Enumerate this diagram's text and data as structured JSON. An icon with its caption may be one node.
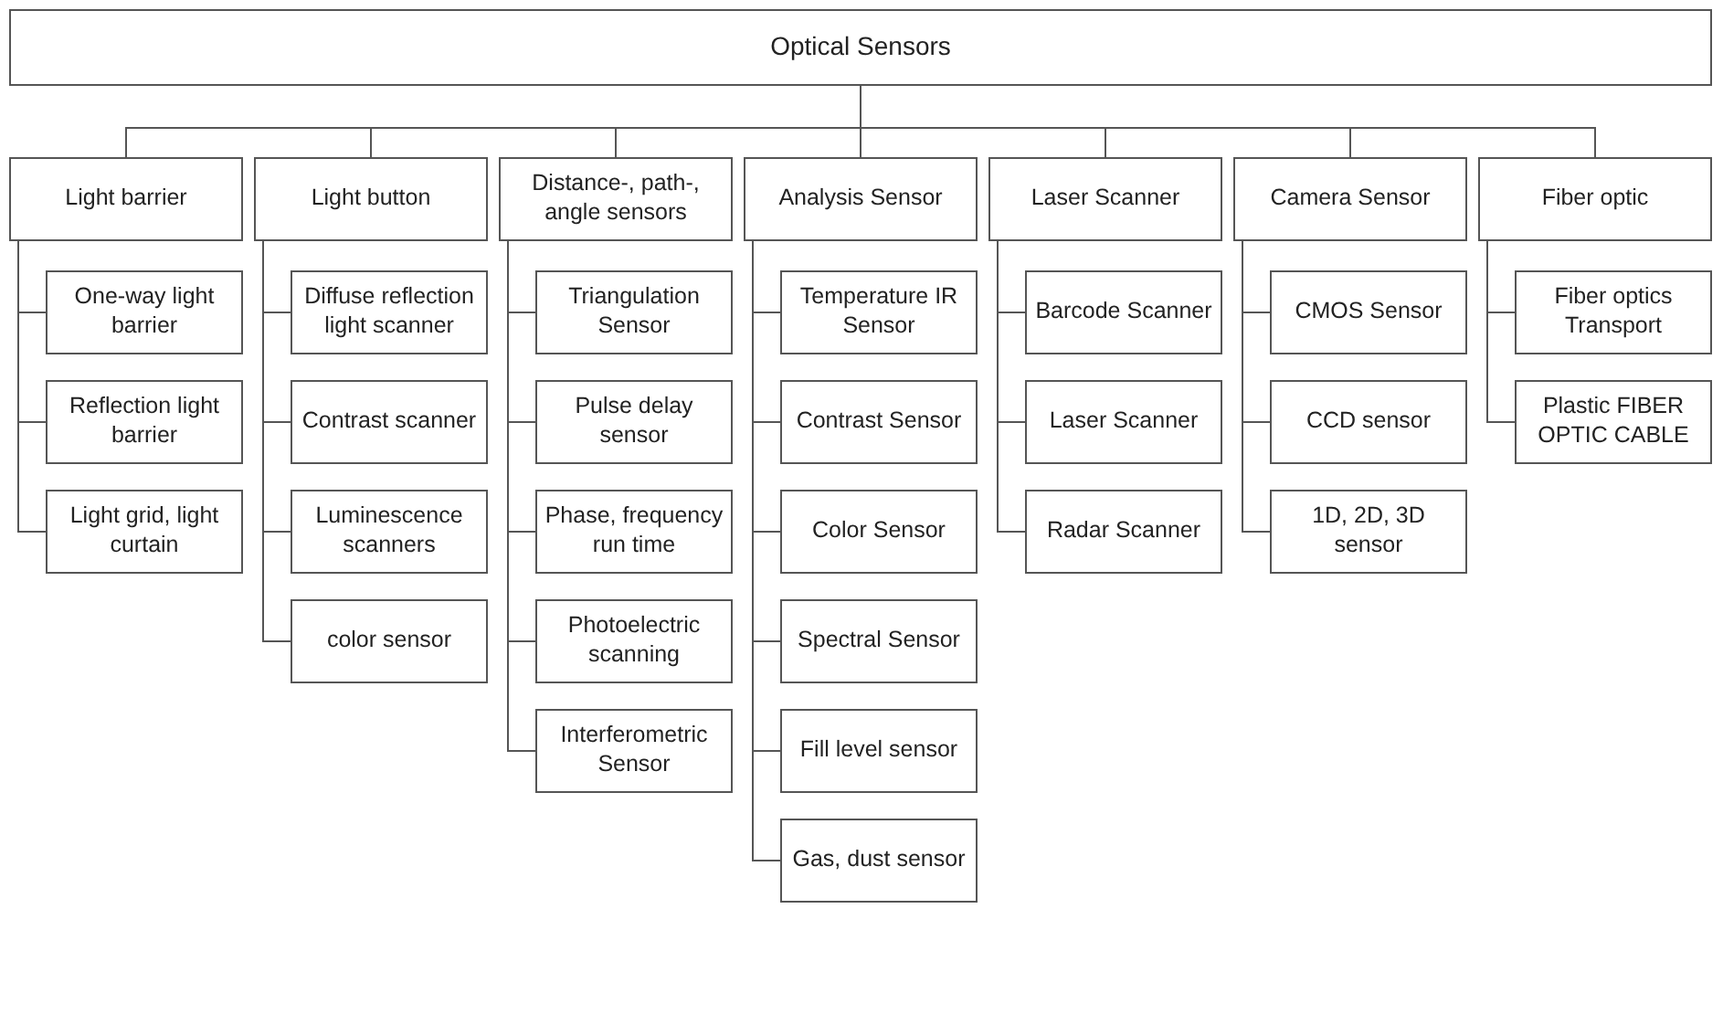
{
  "diagram": {
    "nodes": [
      {
        "text": [
          "Optical Sensors"
        ]
      },
      {
        "text": [
          "Light barrier"
        ]
      },
      {
        "text": [
          "One-way light barrier"
        ]
      },
      {
        "text": [
          "Reflection light barrier"
        ]
      },
      {
        "text": [
          "Light grid, light curtain"
        ]
      },
      {
        "text": [
          "Light button"
        ]
      },
      {
        "text": [
          "Diffuse reflection light scanner"
        ]
      },
      {
        "text": [
          "Contrast scanner"
        ]
      },
      {
        "text": [
          "Luminescence scanners"
        ]
      },
      {
        "text": [
          "color sensor"
        ]
      },
      {
        "text": [
          "Distance-, path-, angle sensors"
        ]
      },
      {
        "text": [
          "Triangulation Sensor"
        ]
      },
      {
        "text": [
          "Pulse delay sensor"
        ]
      },
      {
        "text": [
          "Phase, frequency run time"
        ]
      },
      {
        "text": [
          "Photoelectric scanning"
        ]
      },
      {
        "text": [
          "Interferometric Sensor"
        ]
      },
      {
        "text": [
          "Analysis Sensor"
        ]
      },
      {
        "text": [
          "Temperature IR Sensor"
        ]
      },
      {
        "text": [
          "Contrast Sensor"
        ]
      },
      {
        "text": [
          "Color Sensor"
        ]
      },
      {
        "text": [
          "Spectral Sensor"
        ]
      },
      {
        "text": [
          "Fill level sensor"
        ]
      },
      {
        "text": [
          "Gas, dust sensor"
        ]
      },
      {
        "text": [
          "Laser Scanner"
        ]
      },
      {
        "text": [
          "Barcode Scanner"
        ]
      },
      {
        "text": [
          "Laser Scanner"
        ]
      },
      {
        "text": [
          "Radar Scanner"
        ]
      },
      {
        "text": [
          "Camera Sensor"
        ]
      },
      {
        "text": [
          "CMOS Sensor"
        ]
      },
      {
        "text": [
          "CCD sensor"
        ]
      },
      {
        "text": [
          "1D, 2D, 3D sensor"
        ]
      },
      {
        "text": [
          "Fiber optic"
        ]
      },
      {
        "text": [
          "Fiber optics Transport"
        ]
      },
      {
        "text": [
          "Plastic FIBER OPTIC CABLE"
        ]
      }
    ],
    "edges": [
      {
        "from": 0,
        "to": 1,
        "arrow": "none"
      },
      {
        "from": 0,
        "to": 5,
        "arrow": "none"
      },
      {
        "from": 0,
        "to": 10,
        "arrow": "none"
      },
      {
        "from": 0,
        "to": 16,
        "arrow": "none"
      },
      {
        "from": 0,
        "to": 23,
        "arrow": "none"
      },
      {
        "from": 0,
        "to": 27,
        "arrow": "none"
      },
      {
        "from": 0,
        "to": 31,
        "arrow": "none"
      },
      {
        "from": 1,
        "to": 2,
        "arrow": "none"
      },
      {
        "from": 1,
        "to": 3,
        "arrow": "none"
      },
      {
        "from": 1,
        "to": 4,
        "arrow": "none"
      },
      {
        "from": 5,
        "to": 6,
        "arrow": "none"
      },
      {
        "from": 5,
        "to": 7,
        "arrow": "none"
      },
      {
        "from": 5,
        "to": 8,
        "arrow": "none"
      },
      {
        "from": 5,
        "to": 9,
        "arrow": "none"
      },
      {
        "from": 10,
        "to": 11,
        "arrow": "none"
      },
      {
        "from": 10,
        "to": 12,
        "arrow": "none"
      },
      {
        "from": 10,
        "to": 13,
        "arrow": "none"
      },
      {
        "from": 10,
        "to": 14,
        "arrow": "none"
      },
      {
        "from": 10,
        "to": 15,
        "arrow": "none"
      },
      {
        "from": 16,
        "to": 17,
        "arrow": "none"
      },
      {
        "from": 16,
        "to": 18,
        "arrow": "none"
      },
      {
        "from": 16,
        "to": 19,
        "arrow": "none"
      },
      {
        "from": 16,
        "to": 20,
        "arrow": "none"
      },
      {
        "from": 16,
        "to": 21,
        "arrow": "none"
      },
      {
        "from": 16,
        "to": 22,
        "arrow": "none"
      },
      {
        "from": 23,
        "to": 24,
        "arrow": "none"
      },
      {
        "from": 23,
        "to": 25,
        "arrow": "none"
      },
      {
        "from": 23,
        "to": 26,
        "arrow": "none"
      },
      {
        "from": 27,
        "to": 28,
        "arrow": "none"
      },
      {
        "from": 27,
        "to": 29,
        "arrow": "none"
      },
      {
        "from": 27,
        "to": 30,
        "arrow": "none"
      },
      {
        "from": 31,
        "to": 32,
        "arrow": "none"
      },
      {
        "from": 31,
        "to": 33,
        "arrow": "none"
      }
    ]
  }
}
